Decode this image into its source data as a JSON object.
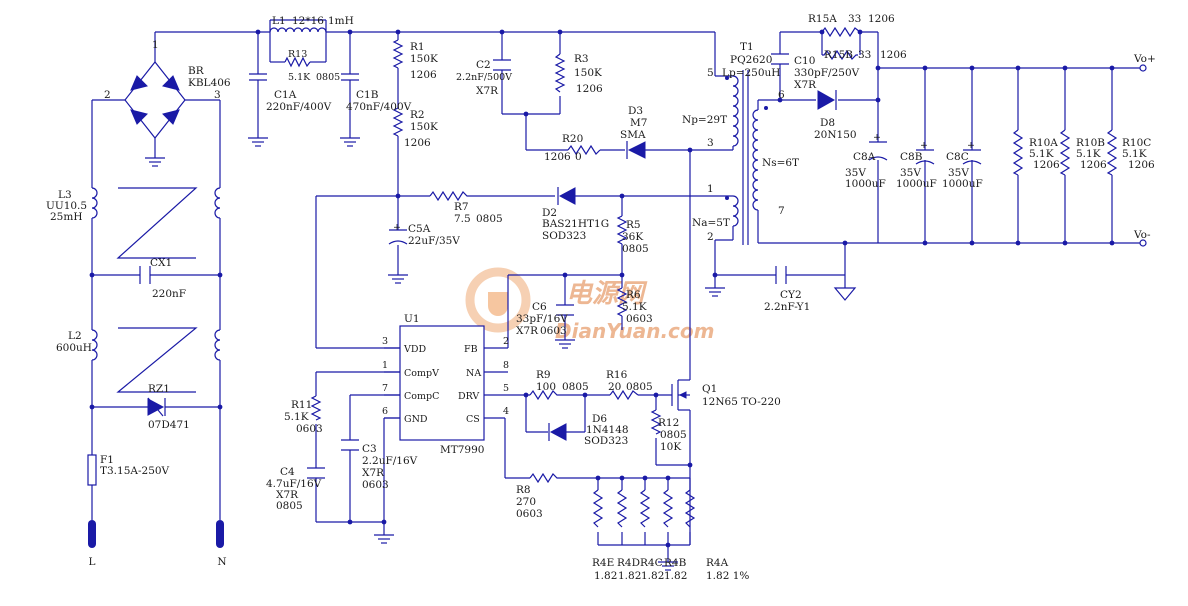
{
  "watermark": {
    "site": "电源网",
    "url": "DianYuan.com"
  },
  "input": {
    "line": "L",
    "neutral": "N",
    "fuse_ref": "F1",
    "fuse_val": "T3.15A-250V"
  },
  "emi": {
    "l3_ref": "L3",
    "l3_val1": "UU10.5",
    "l3_val2": "25mH",
    "cx1_ref": "CX1",
    "cx1_val": "220nF",
    "l2_ref": "L2",
    "l2_val": "600uH",
    "rz1_ref": "RZ1",
    "rz1_val": "07D471"
  },
  "bridge": {
    "ref": "BR",
    "val": "KBL406",
    "pin1": "1",
    "pin2": "2",
    "pin3": "3"
  },
  "bulk": {
    "l1_ref": "L1",
    "l1_val1": "12*16",
    "l1_val2": "1mH",
    "r13_ref": "R13",
    "r13_val": "5.1K",
    "r13_pkg": "0805",
    "c1a_ref": "C1A",
    "c1a_val": "220nF/400V",
    "c1b_ref": "C1B",
    "c1b_val": "470nF/400V"
  },
  "startup": {
    "r1_ref": "R1",
    "r1_val": "150K",
    "r1_pkg": "1206",
    "r2_ref": "R2",
    "r2_val": "150K",
    "r2_pkg": "1206",
    "c5a_ref": "C5A",
    "c5a_val": "22uF/35V"
  },
  "snubber": {
    "c2_ref": "C2",
    "c2_val": "2.2nF/500V",
    "c2_type": "X7R",
    "r3_ref": "R3",
    "r3_val": "150K",
    "r3_pkg": "1206",
    "r20_ref": "R20",
    "r20_val": "0",
    "r20_pkg": "1206",
    "d3_ref": "D3",
    "d3_val": "M7",
    "d3_pkg": "SMA"
  },
  "vdd": {
    "r7_ref": "R7",
    "r7_val": "7.5",
    "r7_pkg": "0805",
    "d2_ref": "D2",
    "d2_val": "BAS21HT1G",
    "d2_pkg": "SOD323",
    "r5_ref": "R5",
    "r5_val": "36K",
    "r5_pkg": "0805",
    "r6_ref": "R6",
    "r6_val": "5.1K",
    "r6_pkg": "0603",
    "c6_ref": "C6",
    "c6_val": "33pF/16V",
    "c6_type": "X7R",
    "c6_pkg": "0603"
  },
  "transformer": {
    "ref": "T1",
    "core": "PQ2620",
    "lp": "Lp=250uH",
    "np": "Np=29T",
    "ns": "Ns=6T",
    "na": "Na=5T",
    "pin5": "5",
    "pin3": "3",
    "pin1": "1",
    "pin2": "2",
    "pin6": "6",
    "pin7": "7"
  },
  "controller": {
    "ref": "U1",
    "part": "MT7990",
    "pins_left": [
      {
        "num": "3",
        "name": "VDD"
      },
      {
        "num": "1",
        "name": "CompV"
      },
      {
        "num": "7",
        "name": "CompC"
      },
      {
        "num": "6",
        "name": "GND"
      }
    ],
    "pins_right": [
      {
        "num": "2",
        "name": "FB"
      },
      {
        "num": "8",
        "name": "NA"
      },
      {
        "num": "5",
        "name": "DRV"
      },
      {
        "num": "4",
        "name": "CS"
      }
    ]
  },
  "comp": {
    "r11_ref": "R11",
    "r11_val": "5.1K",
    "r11_pkg": "0603",
    "c4_ref": "C4",
    "c4_val": "4.7uF/16V",
    "c4_type": "X7R",
    "c4_pkg": "0805",
    "c3_ref": "C3",
    "c3_val": "2.2uF/16V",
    "c3_type": "X7R",
    "c3_pkg": "0603"
  },
  "gate": {
    "r9_ref": "R9",
    "r9_val": "100",
    "r9_pkg": "0805",
    "r16_ref": "R16",
    "r16_val": "20",
    "r16_pkg": "0805",
    "d6_ref": "D6",
    "d6_val": "1N4148",
    "d6_pkg": "SOD323",
    "r12_ref": "R12",
    "r12_pkg": "0805",
    "r12_val": "10K",
    "q1_ref": "Q1",
    "q1_val": "12N65 TO-220"
  },
  "sense": {
    "r8_ref": "R8",
    "r8_val": "270",
    "r8_pkg": "0603",
    "r4e_ref": "R4E",
    "r4d_ref": "R4D",
    "r4c_ref": "R4C",
    "r4b_ref": "R4B",
    "r4a_ref": "R4A",
    "r4_val": "1.82",
    "r4a_tol": "1.82 1%"
  },
  "output": {
    "r15a_ref": "R15A",
    "r15a_val": "33",
    "r15a_pkg": "1206",
    "r15b_ref": "R15B",
    "r15b_val": "33",
    "r15b_pkg": "1206",
    "c10_ref": "C10",
    "c10_val": "330pF/250V",
    "c10_type": "X7R",
    "d8_ref": "D8",
    "d8_val": "20N150",
    "c8a_ref": "C8A",
    "c8b_ref": "C8B",
    "c8c_ref": "C8C",
    "c8_v": "35V",
    "c8_c": "1000uF",
    "r10a_ref": "R10A",
    "r10b_ref": "R10B",
    "r10c_ref": "R10C",
    "r10_val": "5.1K",
    "r10_pkg": "1206",
    "cy2_ref": "CY2",
    "cy2_val": "2.2nF-Y1",
    "vo_pos": "Vo+",
    "vo_neg": "Vo-"
  },
  "colors": {
    "wire": "#1a1aa6",
    "text": "#1a1a1a",
    "watermark": "#e8a070"
  }
}
